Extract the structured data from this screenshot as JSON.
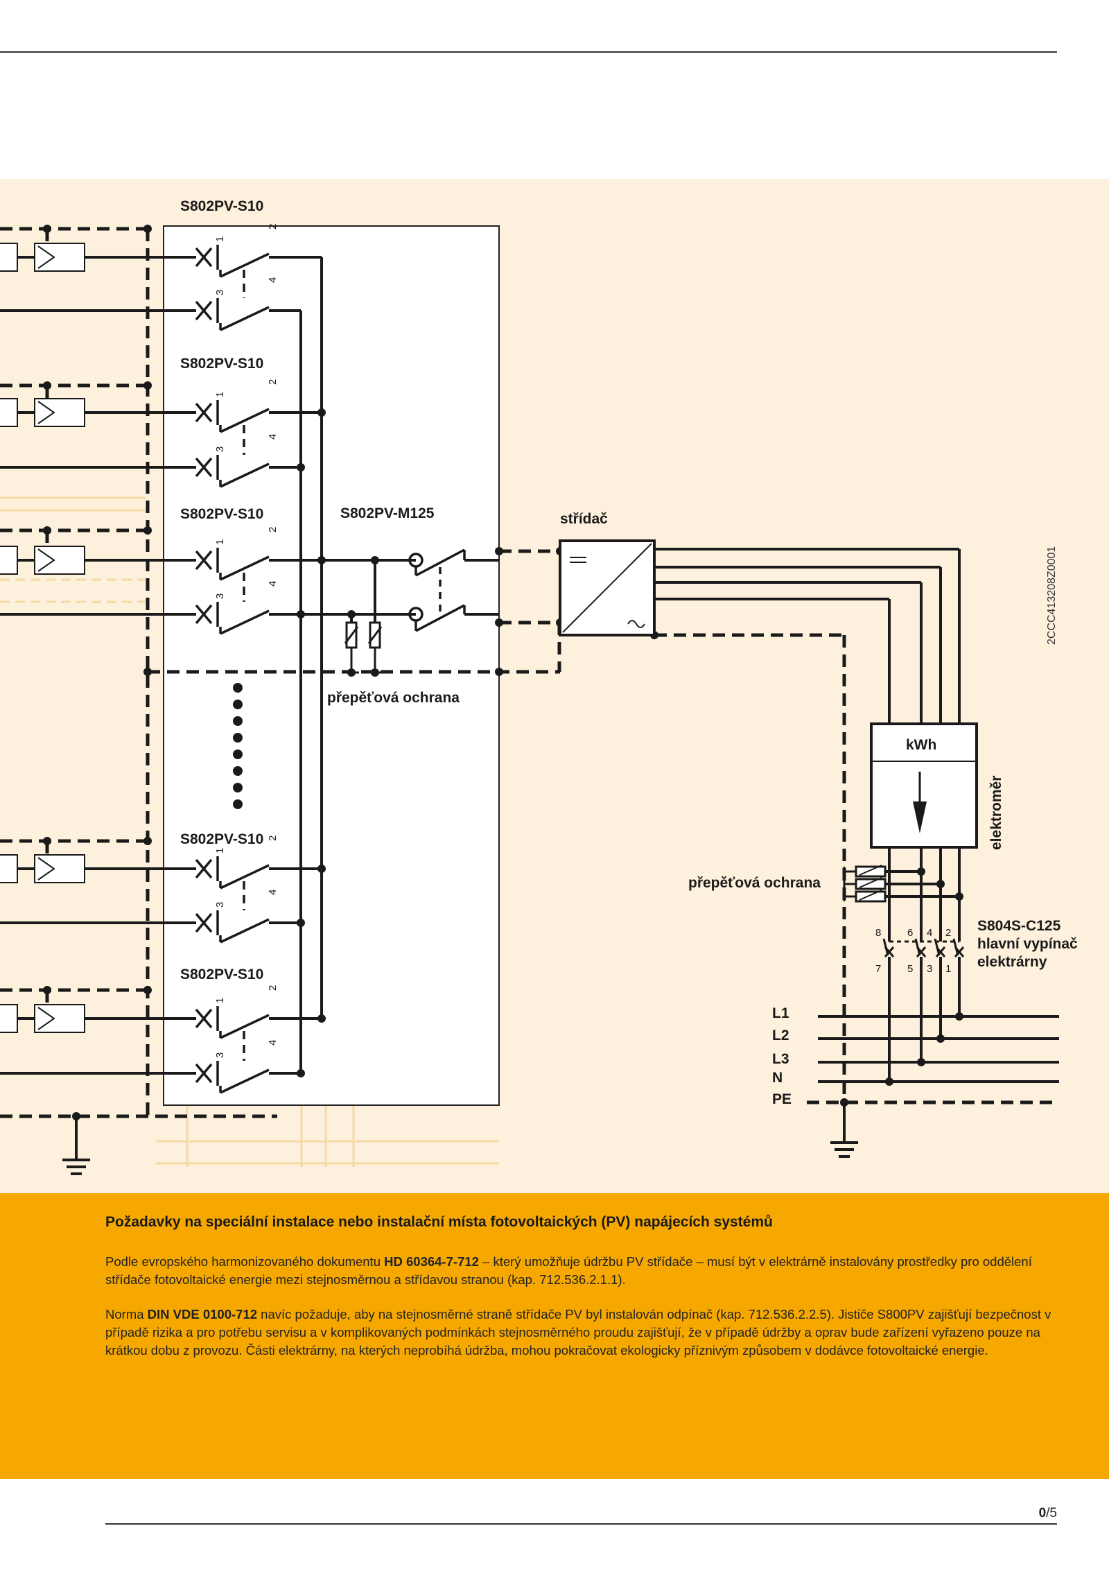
{
  "diagram": {
    "breaker_labels": [
      "S802PV-S10",
      "S802PV-S10",
      "S802PV-S10",
      "S802PV-S10",
      "S802PV-S10"
    ],
    "disconnector_label": "S802PV-M125",
    "inverter_label": "střídač",
    "surge_label_dc": "přepěťová ochrana",
    "surge_label_ac": "přepěťová ochrana",
    "meter_unit": "kWh",
    "meter_label": "elektroměr",
    "main_switch_model": "S804S-C125",
    "main_switch_line1": "hlavní vypínač",
    "main_switch_line2": "elektrárny",
    "figure_code": "2CCC413208Z0001",
    "bus_labels": [
      "L1",
      "L2",
      "L3",
      "N",
      "PE"
    ],
    "breaker_pins": [
      "1",
      "2",
      "3",
      "4"
    ],
    "main_switch_pins_top": [
      "8",
      "6",
      "4",
      "2"
    ],
    "main_switch_pins_bottom": [
      "7",
      "5",
      "3",
      "1"
    ]
  },
  "info": {
    "heading": "Požadavky na speciální instalace nebo instalační místa fotovoltaických (PV) napájecích systémů",
    "p1_a": "Podle evropského harmonizovaného dokumentu ",
    "p1_b": "HD 60364-7-712",
    "p1_c": " – který umožňuje údržbu PV střídače – musí být v elektrárně instalovány prostředky pro oddělení střídače fotovoltaické energie mezi stejnosměrnou a střídavou stranou (kap. 712.536.2.1.1).",
    "p2_a": "Norma ",
    "p2_b": "DIN VDE 0100-712",
    "p2_c": " navíc požaduje, aby na stejnosměrné straně  střídače PV byl instalován odpínač (kap. 712.536.2.2.5). Jističe S800PV zajišťují bezpečnost v případě rizika a pro potřebu servisu a v komplikovaných podmínkách stejnosměrného proudu zajišťují, že v případě údržby a oprav bude zařízení vyřazeno pouze na krátkou dobu z provozu. Části elektrárny, na kterých neprobíhá údržba, mohou pokračovat ekologicky příznivým způsobem v dodávce fotovoltaické energie."
  },
  "footer": {
    "page_bold": "0",
    "page_rest": "/5"
  }
}
